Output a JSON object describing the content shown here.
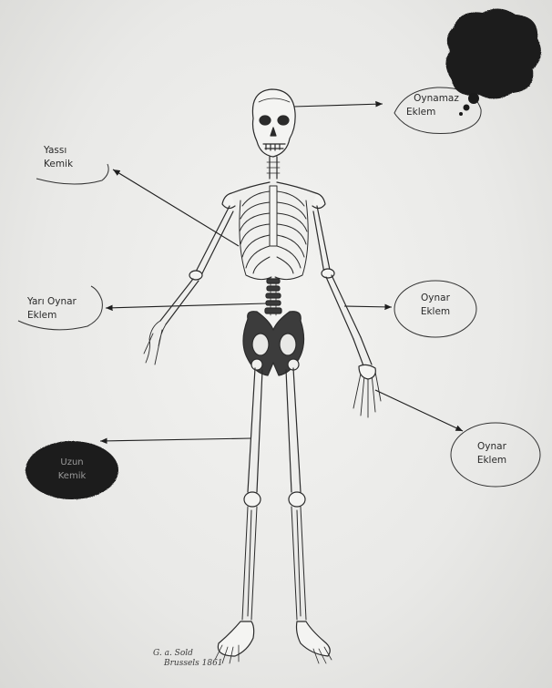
{
  "labels": {
    "immovable_joint": {
      "line1": "Oynamaz",
      "line2": "Eklem"
    },
    "flat_bone": {
      "line1": "Yassı",
      "line2": "Kemik"
    },
    "semi_movable_joint": {
      "line1": "Yarı Oynar",
      "line2": "Eklem"
    },
    "movable_joint_elbow": {
      "line1": "Oynar",
      "line2": "Eklem"
    },
    "movable_joint_wrist": {
      "line1": "Oynar",
      "line2": "Eklem"
    },
    "long_bone": {
      "line1": "Uzun",
      "line2": "Kemik"
    }
  },
  "signature": {
    "line1": "G. a. Sold",
    "line2": "Brussels 1861"
  },
  "colors": {
    "ink": "#1e1e1e",
    "dark_blob": "#1a1a1a",
    "paper": "#efefed"
  }
}
